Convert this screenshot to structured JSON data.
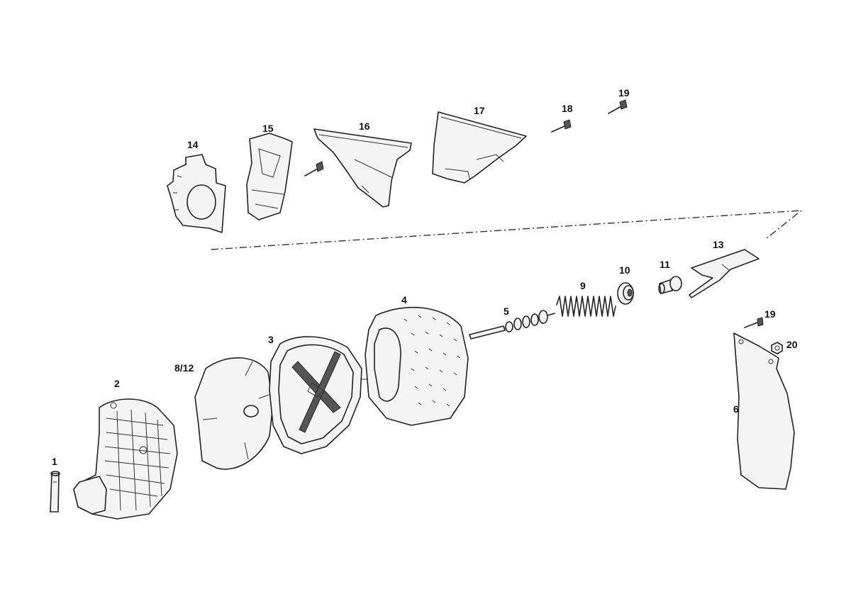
{
  "diagram": {
    "labels": {
      "p1": "1",
      "p2": "2",
      "p3": "3",
      "p4": "4",
      "p5": "5",
      "p6": "6",
      "p8_12": "8/12",
      "p9": "9",
      "p10": "10",
      "p11": "11",
      "p13": "13",
      "p14": "14",
      "p15": "15",
      "p16": "16",
      "p17": "17",
      "p18": "18",
      "p19a": "19",
      "p19b": "19",
      "p20": "20"
    }
  }
}
